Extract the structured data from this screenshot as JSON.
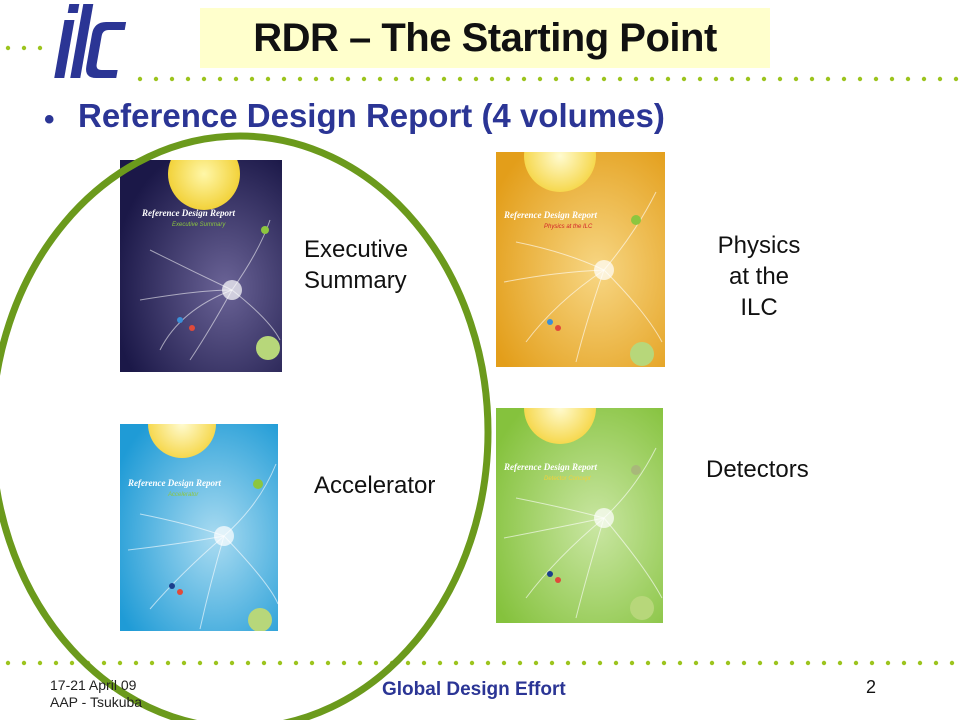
{
  "slide": {
    "logo_text": "ilc",
    "title": "RDR – The Starting Point",
    "bullet": "Reference Design Report (4 volumes)",
    "volumes": {
      "executive": {
        "label_line1": "Executive",
        "label_line2": "Summary"
      },
      "physics": {
        "label_line1": "Physics",
        "label_line2": "at the",
        "label_line3": "ILC"
      },
      "accelerator": {
        "label": "Accelerator"
      },
      "detectors": {
        "label": "Detectors"
      }
    },
    "footer": {
      "date_line1": "17-21 April 09",
      "date_line2": "AAP - Tsukuba",
      "center": "Global Design Effort",
      "page": "2"
    }
  },
  "colors": {
    "brand_blue": "#2b3595",
    "title_bg": "#ffffcc",
    "dots_green": "#9cc41e",
    "ellipse_green": "#6b9a1c",
    "cover_exec": "#1c1a4e",
    "cover_phys": "#e8a321",
    "cover_acc": "#2aa6dc",
    "cover_det": "#8cc63f"
  }
}
